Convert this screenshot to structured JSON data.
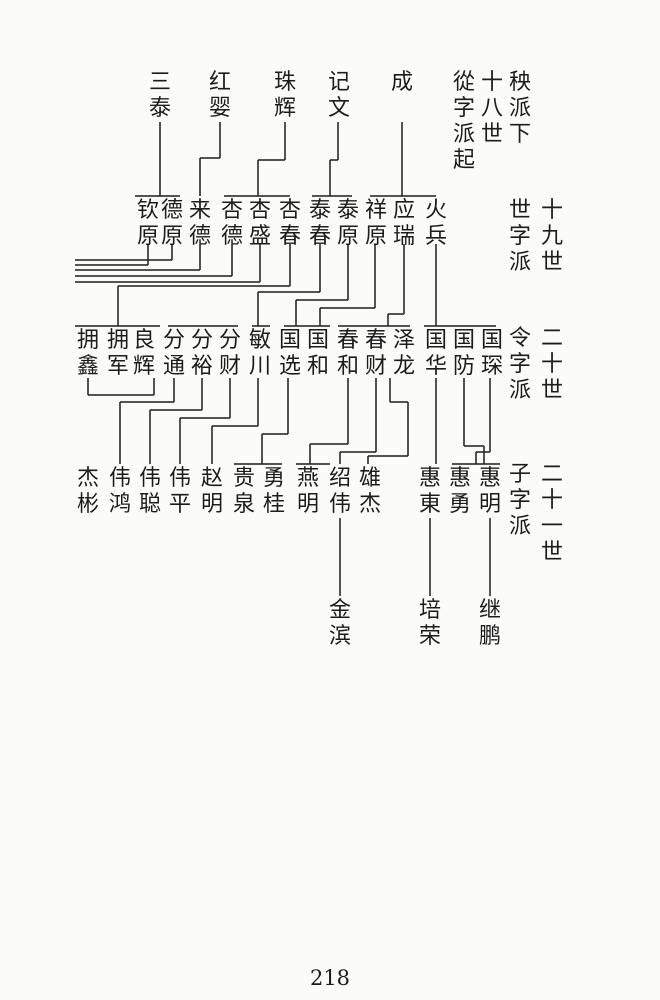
{
  "headers": {
    "gen18": [
      "秧派下",
      "十八世",
      "從字派起"
    ],
    "gen19": [
      "十九世",
      "世字派"
    ],
    "gen20": [
      "二十世",
      "令字派"
    ],
    "gen21": [
      "二十一世",
      "子字派"
    ]
  },
  "gen18_names": [
    "三泰",
    "红婴",
    "珠辉",
    "记文",
    "成"
  ],
  "gen19_names": [
    "钦原",
    "德原",
    "来德",
    "杏德",
    "杏盛",
    "杏春",
    "泰春",
    "泰原",
    "祥原",
    "应瑞",
    "火兵"
  ],
  "gen20_names": [
    "拥鑫",
    "拥军",
    "良辉",
    "分通",
    "分裕",
    "分财",
    "敏川",
    "国选",
    "国和",
    "春和",
    "春财",
    "泽龙",
    "国华",
    "国防",
    "国琛"
  ],
  "gen21_names": [
    "杰彬",
    "伟鸿",
    "伟聪",
    "伟平",
    "赵明",
    "贵泉",
    "勇桂",
    "燕明",
    "绍伟",
    "雄杰",
    "惠東",
    "惠勇",
    "惠明"
  ],
  "gen22_names": [
    "金滨",
    "培荣",
    "继鹏"
  ],
  "page_number": "218"
}
